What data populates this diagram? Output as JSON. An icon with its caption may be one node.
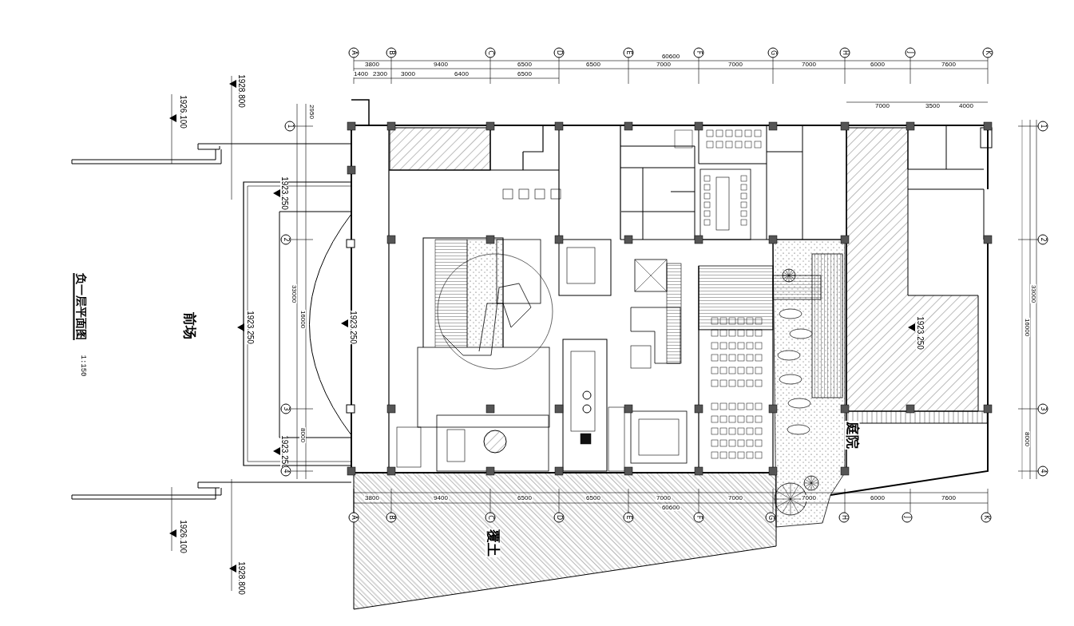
{
  "diagram": {
    "title": "负一层平面图",
    "labels": [
      "A",
      "B",
      "C",
      "D",
      "E",
      "F",
      "G",
      "H",
      "J",
      "K",
      "60600",
      "3800",
      "9400",
      "6500",
      "6500",
      "7000",
      "7000",
      "7000",
      "6000",
      "7600",
      "1400",
      "2300",
      "3000",
      "6400",
      "6500",
      "7000",
      "3500",
      "4000",
      "1928.800",
      "1926.100",
      "2950",
      "1",
      "1923.250",
      "2",
      "33000",
      "1:150",
      "前场",
      "1923.250",
      "16000",
      "1923.250",
      "3",
      "8000",
      "1923.250",
      "4",
      "1",
      "2",
      "33000",
      "16000",
      "1923.250",
      "3",
      "8000",
      "4",
      "庭院",
      "3800",
      "9400",
      "6500",
      "6500",
      "7000",
      "7000",
      "7000",
      "6000",
      "7600",
      "60600",
      "A",
      "B",
      "C",
      "D",
      "E",
      "F",
      "G",
      "H",
      "J",
      "K",
      "1926.100",
      "覆土",
      "1928.800"
    ]
  }
}
